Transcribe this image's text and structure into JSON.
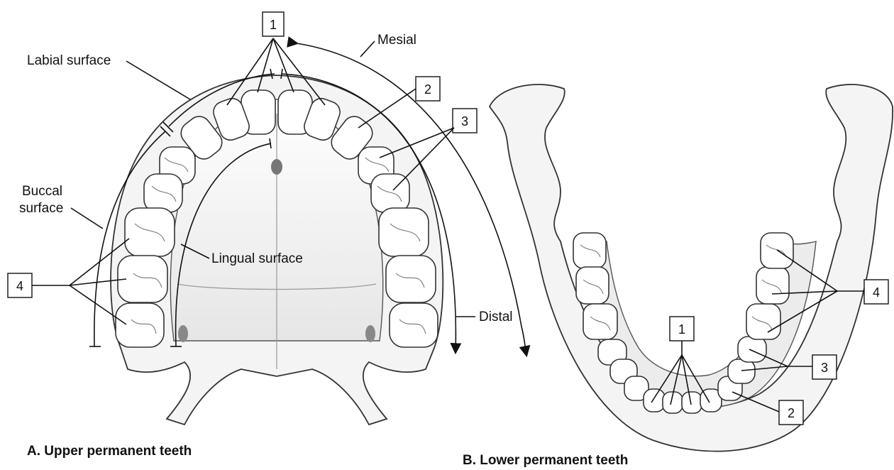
{
  "upper": {
    "caption": "A. Upper permanent teeth",
    "labels": {
      "labial": "Labial surface",
      "mesial": "Mesial",
      "buccal_line1": "Buccal",
      "buccal_line2": "surface",
      "lingual": "Lingual surface",
      "distal": "Distal"
    },
    "callouts": [
      "1",
      "2",
      "3",
      "4"
    ]
  },
  "lower": {
    "caption": "B. Lower permanent teeth",
    "callouts": [
      "1",
      "2",
      "3",
      "4"
    ]
  }
}
